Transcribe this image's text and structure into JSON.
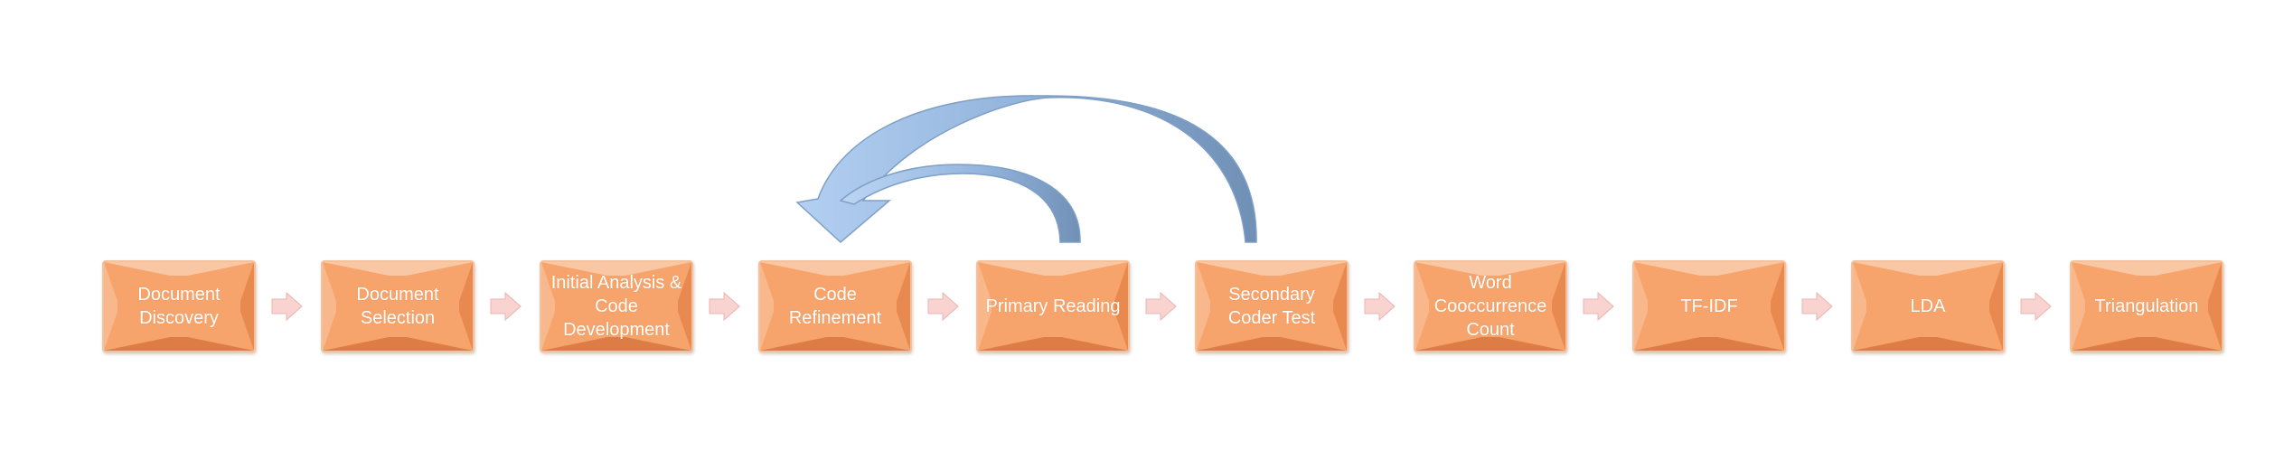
{
  "steps": [
    {
      "label": "Document Discovery"
    },
    {
      "label": "Document Selection"
    },
    {
      "label": "Initial Analysis & Code Development"
    },
    {
      "label": "Code Refinement"
    },
    {
      "label": "Primary Reading"
    },
    {
      "label": "Secondary Coder Test"
    },
    {
      "label": "Word Cooccurrence Count"
    },
    {
      "label": "TF-IDF"
    },
    {
      "label": "LDA"
    },
    {
      "label": "Triangulation"
    }
  ],
  "feedback_loops": [
    {
      "from_step": "Primary Reading",
      "to_step": "Code Refinement"
    },
    {
      "from_step": "Secondary Coder Test",
      "to_step": "Code Refinement"
    }
  ],
  "colors": {
    "box_fill": "#f7a46c",
    "box_border": "#f3c29c",
    "step_arrow": "#f6c4c0",
    "loop_arrow_light": "#a9c8ee",
    "loop_arrow_dark": "#7897bd",
    "label_text": "#ffffff"
  }
}
